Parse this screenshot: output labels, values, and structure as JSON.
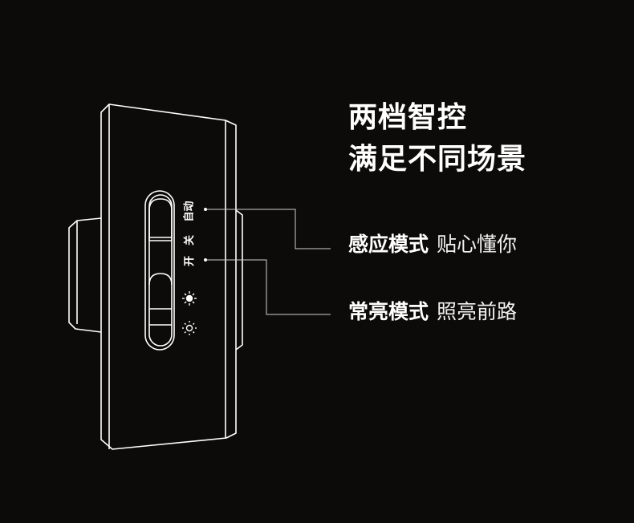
{
  "headline": {
    "line1": "两档智控",
    "line2": "满足不同场景"
  },
  "switch_labels": {
    "auto": "自动",
    "on": "开",
    "off": "关"
  },
  "features": [
    {
      "name": "感应模式",
      "desc": "贴心懂你"
    },
    {
      "name": "常亮模式",
      "desc": "照亮前路"
    }
  ],
  "icons": [
    "sun-bright-icon",
    "sun-dim-icon"
  ],
  "colors": {
    "background": "#0d0b09",
    "outline": "#ffffff",
    "text": "#ffffff"
  }
}
